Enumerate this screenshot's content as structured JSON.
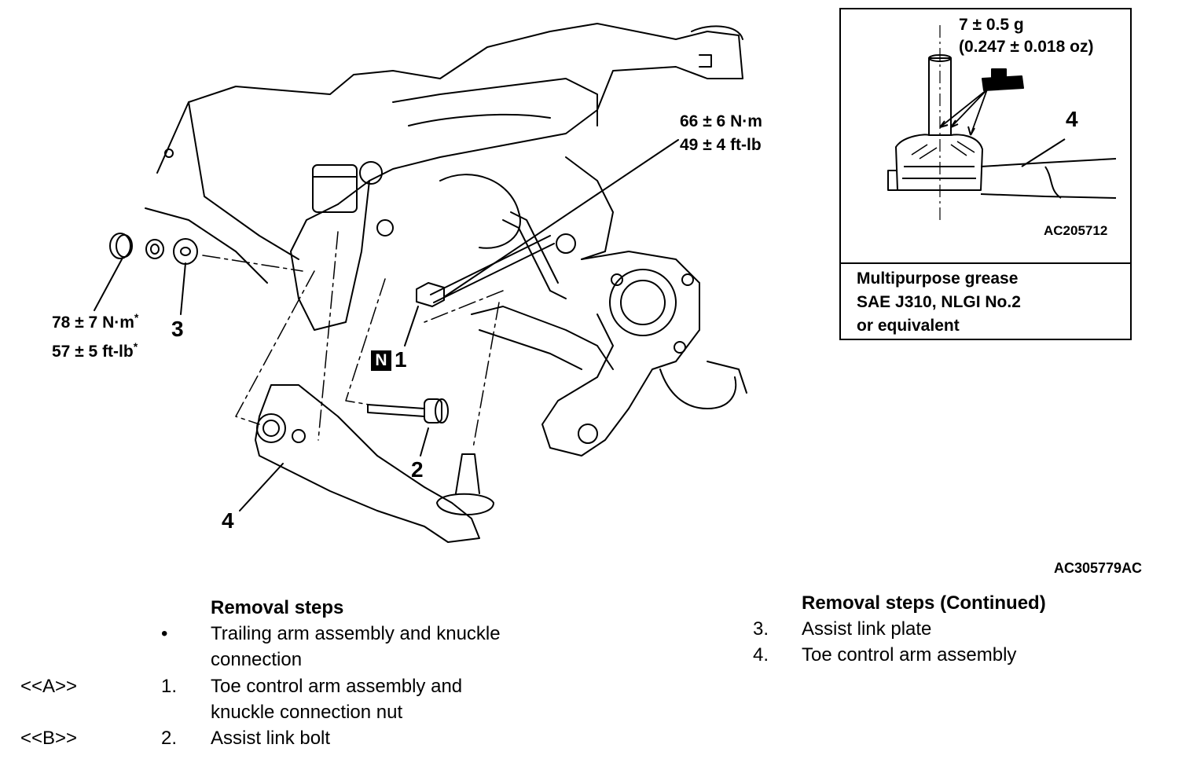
{
  "torque_upper": {
    "line1": "66 ± 6 N·m",
    "line2": "49 ± 4 ft-lb"
  },
  "torque_left": {
    "line1": "78 ± 7 N·m",
    "line2": "57 ± 5 ft-lb",
    "mark": "*"
  },
  "callouts": {
    "n_code": "N",
    "c1": "1",
    "c2": "2",
    "c3": "3",
    "c4": "4",
    "c4_inset": "4"
  },
  "inset": {
    "amount_line1": "7 ± 0.5 g",
    "amount_line2": "(0.247 ± 0.018 oz)",
    "code": "AC205712",
    "grease_line1": "Multipurpose grease",
    "grease_line2": "SAE J310, NLGI No.2",
    "grease_line3": "or equivalent"
  },
  "figure_code": "AC305779AC",
  "steps_left": {
    "heading": "Removal steps",
    "rows": [
      {
        "ref": "",
        "num": "•",
        "text1": "Trailing arm assembly and knuckle",
        "text2": "connection"
      },
      {
        "ref": "<<A>>",
        "num": "1.",
        "text1": "Toe control arm assembly and",
        "text2": "knuckle connection nut"
      },
      {
        "ref": "<<B>>",
        "num": "2.",
        "text1": "Assist link bolt",
        "text2": ""
      }
    ]
  },
  "steps_right": {
    "heading": "Removal steps (Continued)",
    "rows": [
      {
        "num": "3.",
        "text": "Assist link plate"
      },
      {
        "num": "4.",
        "text": "Toe control arm assembly"
      }
    ]
  }
}
